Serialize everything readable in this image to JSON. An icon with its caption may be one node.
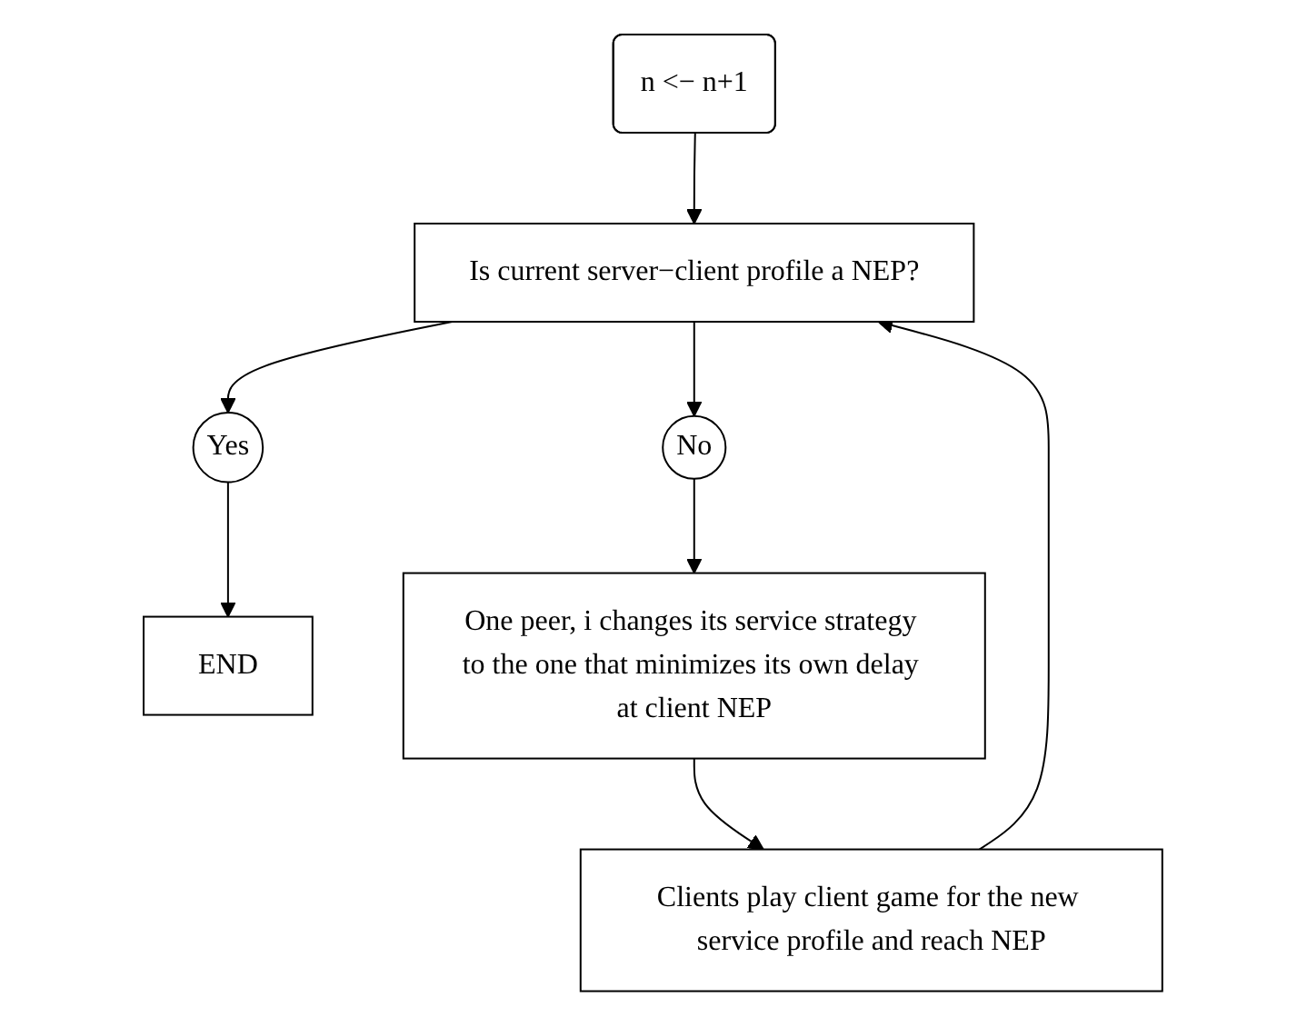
{
  "diagram": {
    "nodes": [
      {
        "text": [
          "n <− n+1"
        ]
      },
      {
        "text": [
          "Is current server−client profile a NEP?"
        ]
      },
      {
        "text": [
          "Yes"
        ]
      },
      {
        "text": [
          "END"
        ]
      },
      {
        "text": [
          "No"
        ]
      },
      {
        "text": [
          "One peer, i changes its service strategy to the one that minimizes its own delay at client NEP"
        ]
      },
      {
        "text": [
          "Clients play client game for the new service profile and reach NEP"
        ]
      }
    ],
    "edges": [
      {
        "from": 0,
        "to": 1,
        "arrow": "to"
      },
      {
        "from": 1,
        "to": 2,
        "arrow": "to"
      },
      {
        "from": 2,
        "to": 3,
        "arrow": "to"
      },
      {
        "from": 1,
        "to": 4,
        "arrow": "to"
      },
      {
        "from": 4,
        "to": 5,
        "arrow": "to"
      },
      {
        "from": 5,
        "to": 6,
        "arrow": "to"
      },
      {
        "from": 6,
        "to": 1,
        "arrow": "to"
      }
    ]
  }
}
